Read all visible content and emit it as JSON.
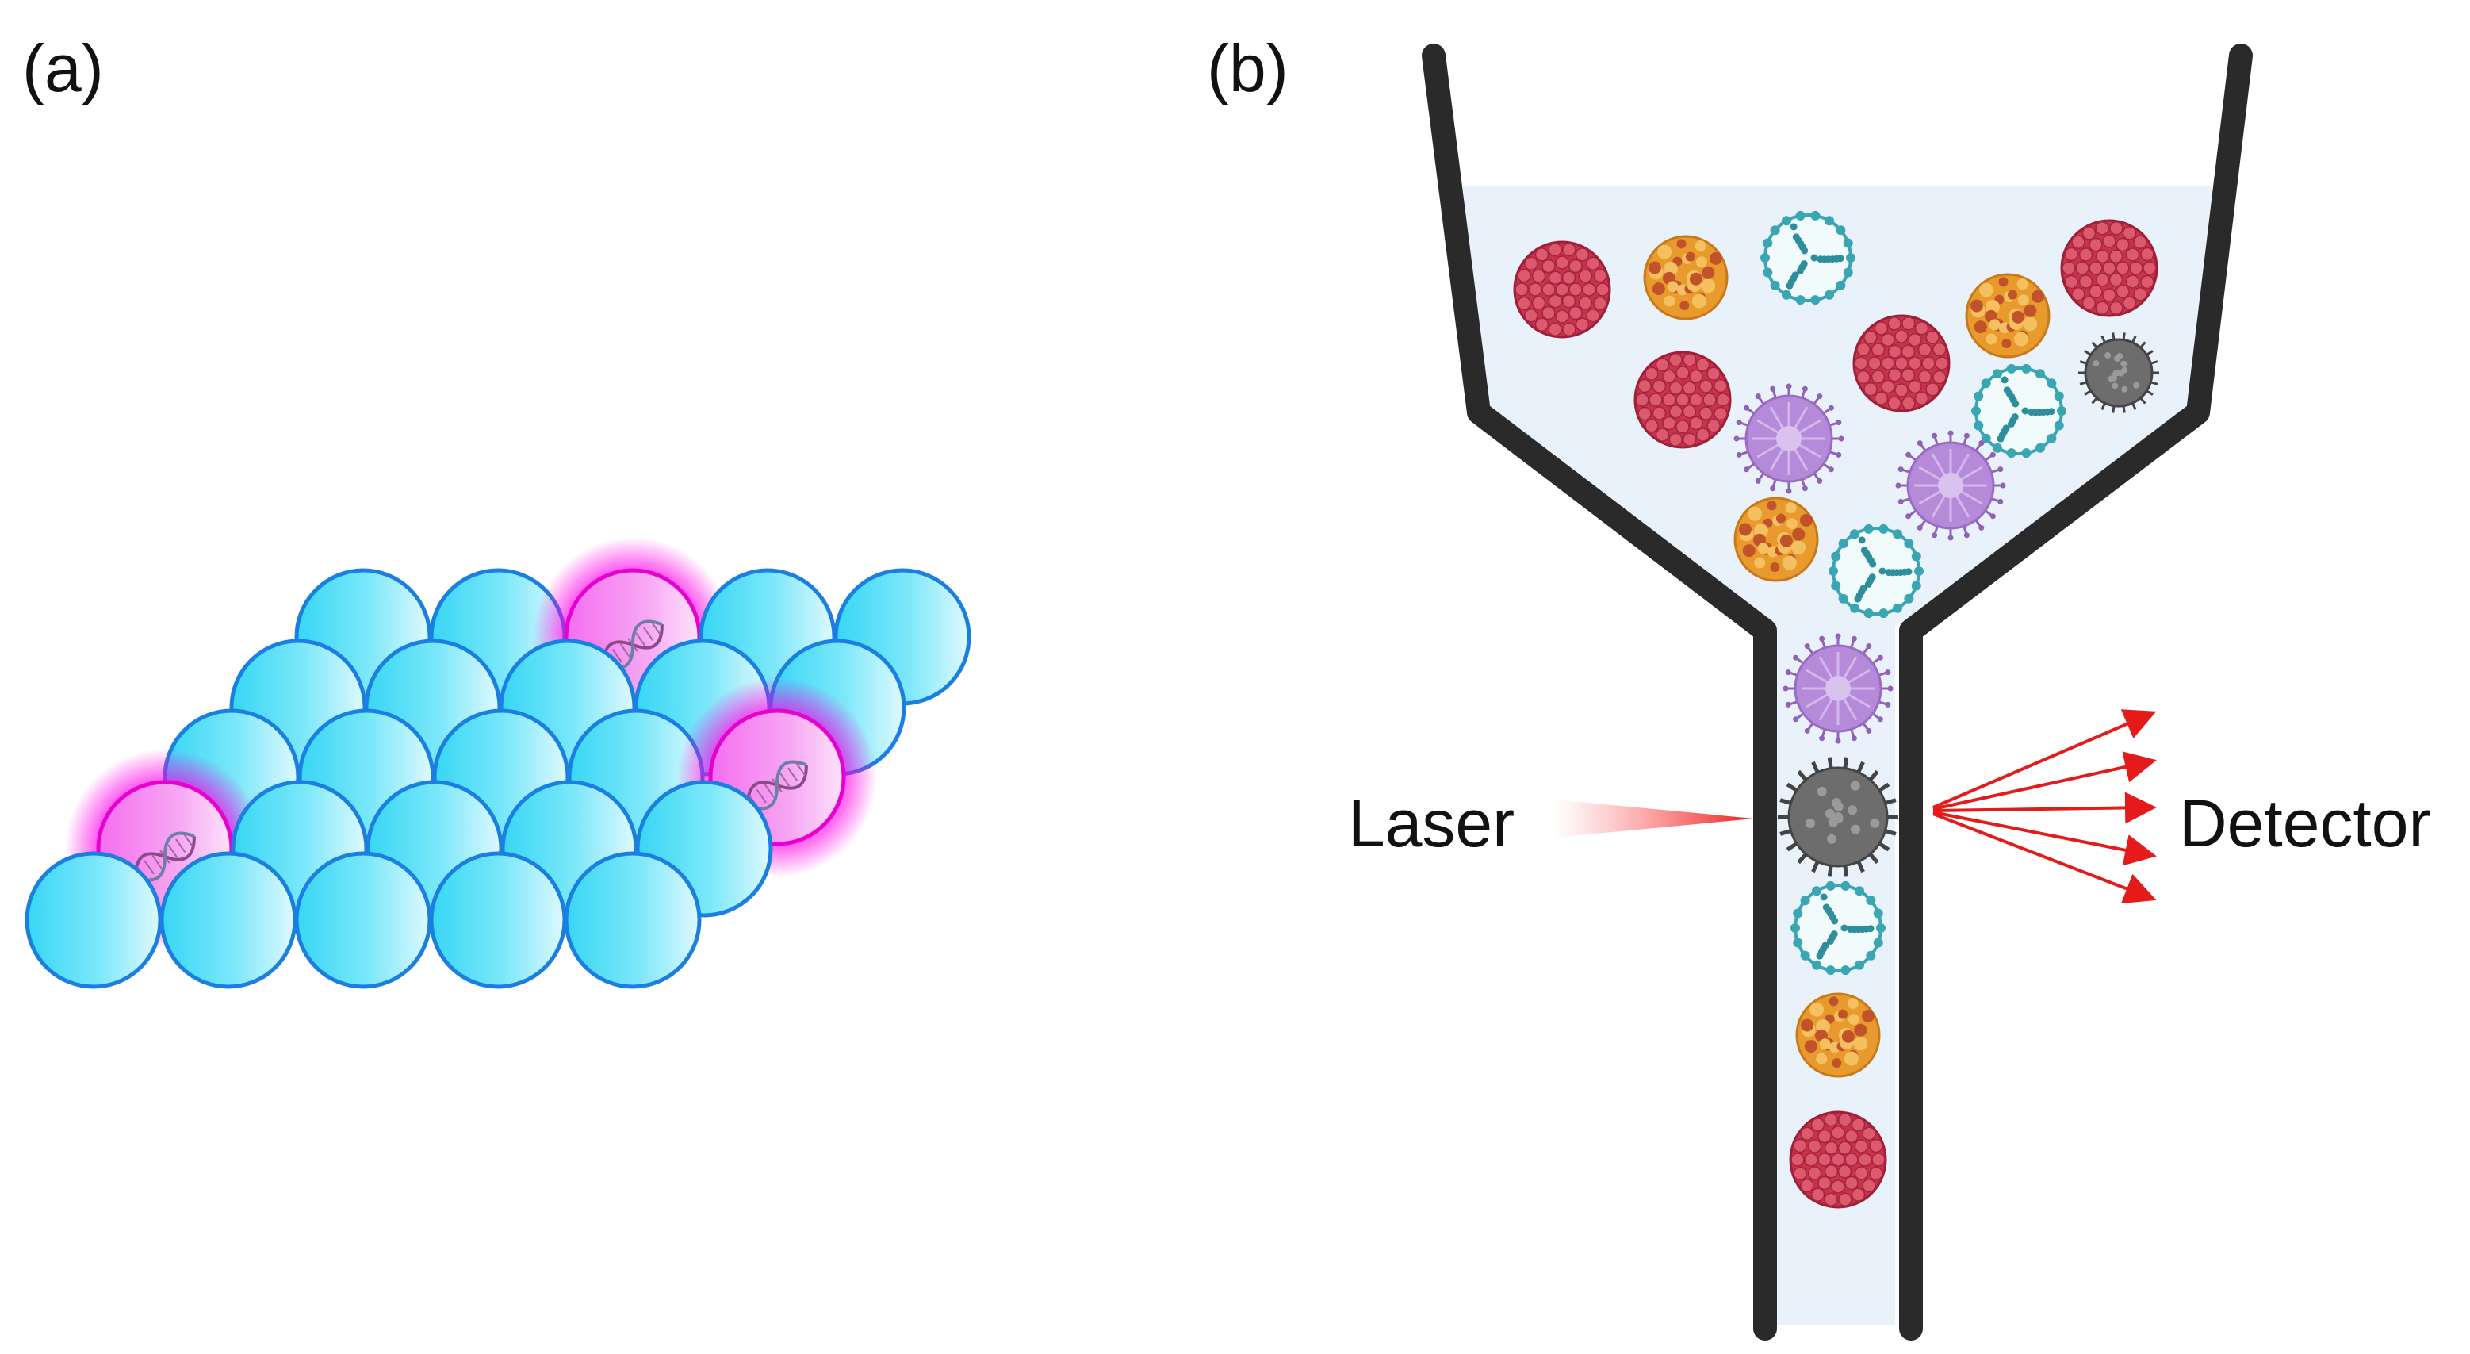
{
  "panels": {
    "a": {
      "label": "(a)"
    },
    "b": {
      "label": "(b)",
      "laser_label": "Laser",
      "detector_label": "Detector"
    }
  },
  "colors": {
    "bead_fill": "#3fd9f5",
    "bead_stroke": "#1a7fe0",
    "glow": "#ff00e6",
    "liquid": "#e9f1fb",
    "funnel_wall": "#2a2a2a",
    "laser": "#f02020",
    "virus_red": "#c8334c",
    "virus_orange": "#e89a2c",
    "virus_teal": "#3aa6b3",
    "virus_lilac": "#b58ad8",
    "virus_gray": "#6d6d6d"
  },
  "icons": {
    "dna": "dna-helix-icon",
    "virus_types": [
      "red-virus-icon",
      "orange-virus-icon",
      "teal-virus-icon",
      "lilac-virus-icon",
      "gray-virus-icon"
    ]
  }
}
